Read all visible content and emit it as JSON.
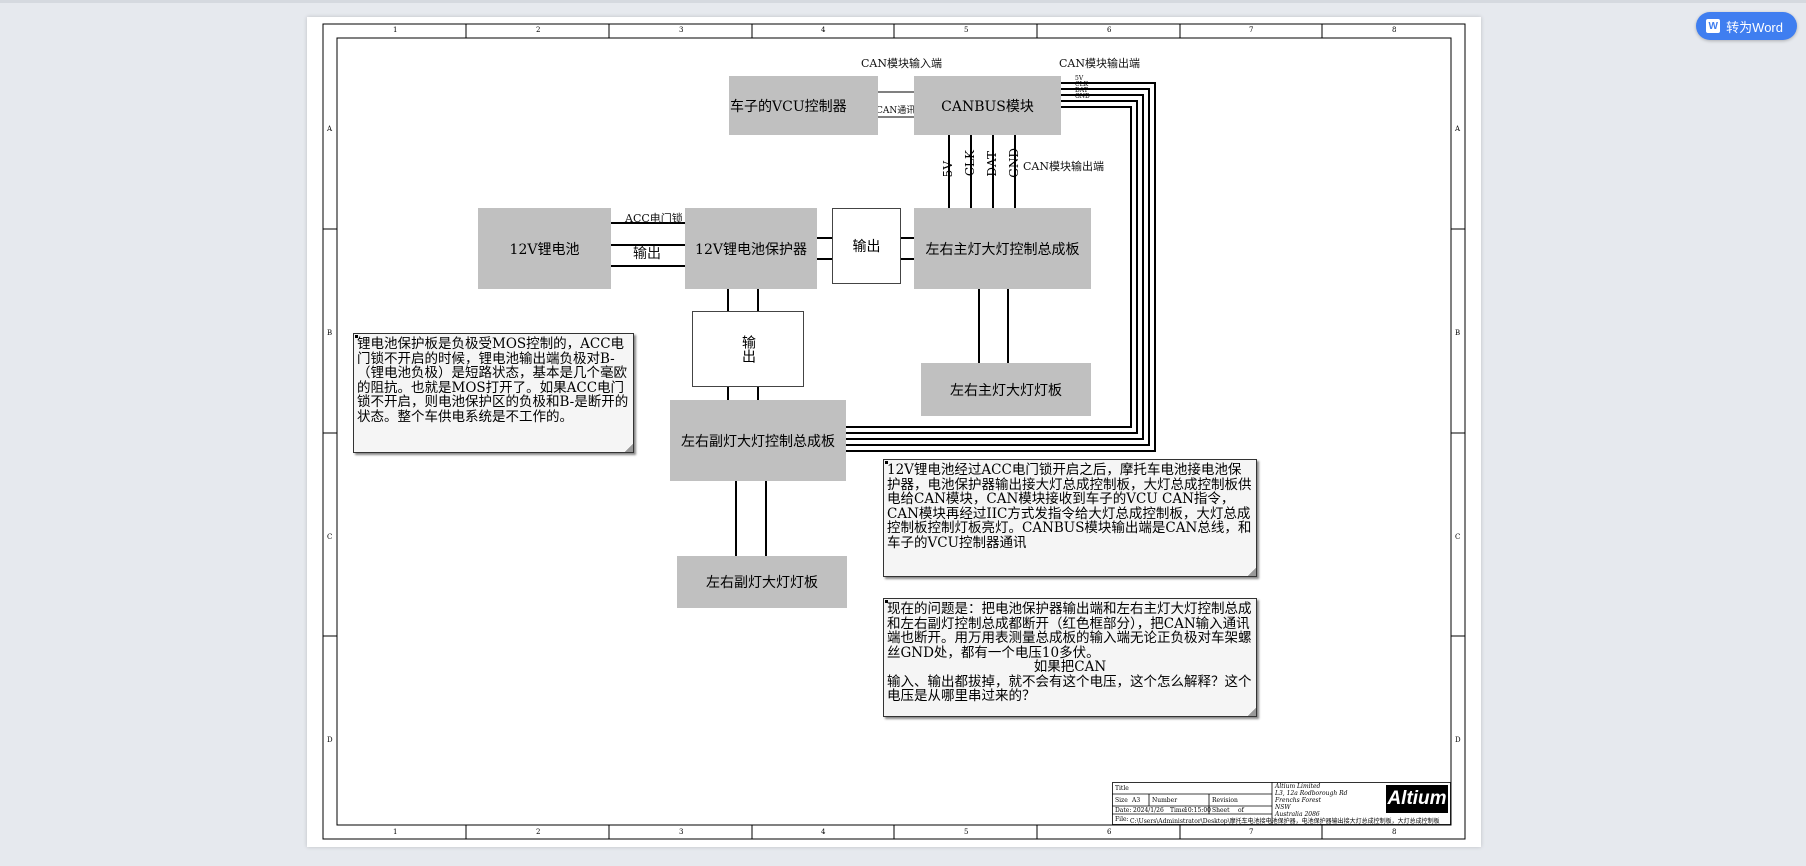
{
  "toolbar": {
    "convert_label": "转为Word",
    "word_icon_glyph": "W"
  },
  "frame": {
    "col_numbers": [
      "1",
      "2",
      "3",
      "4",
      "5",
      "6",
      "7",
      "8"
    ],
    "row_letters": [
      "A",
      "B",
      "C",
      "D"
    ]
  },
  "blocks": {
    "vcu": "车子的VCU控制器",
    "canbus": "CANBUS模块",
    "battery": "12V锂电池",
    "protector": "12V锂电池保护器",
    "main_ctrl": "左右主灯大灯控制总成板",
    "main_lamp": "左右主灯大灯灯板",
    "aux_ctrl": "左右副灯大灯控制总成板",
    "aux_lamp": "左右副灯大灯灯板"
  },
  "open_boxes": {
    "output_right": "输出",
    "output_down": "输出"
  },
  "labels": {
    "can_input": "CAN模块输入端",
    "can_output_top": "CAN模块输出端",
    "can_output_mid": "CAN模块输出端",
    "can_comm": "CAN通讯",
    "acc_lock": "ACC电门锁",
    "output_wire": "输出",
    "pin_5v": "5V",
    "pin_clk": "CLK",
    "pin_dat": "DAT",
    "pin_gnd": "GND",
    "tiny_5v": "5V",
    "tiny_clk": "CLK",
    "tiny_dat": "DAT",
    "tiny_gnd": "GND"
  },
  "notes": {
    "note1": "锂电池保护板是负极受MOS控制的，ACC电门锁不开启的时候，锂电池输出端负极对B-（锂电池负极）是短路状态，基本是几个毫欧的阻抗。也就是MOS打开了。如果ACC电门锁不开启，则电池保护区的负极和B-是断开的状态。整个车供电系统是不工作的。",
    "note2": "12V锂电池经过ACC电门锁开启之后，摩托车电池接电池保护器，电池保护器输出接大灯总成控制板，大灯总成控制板供电给CAN模块，CAN模块接收到车子的VCU CAN指令，CAN模块再经过IIC方式发指令给大灯总成控制板，大灯总成控制板控制灯板亮灯。CANBUS模块输出端是CAN总线，和车子的VCU控制器通讯",
    "note3_a": "现在的问题是：把电池保护器输出端和左右主灯大灯控制总成和左右副灯控制总成都断开（红色框部分），把CAN输入通讯端也断开。用万用表测量总成板的输入端无论正负极对车架螺丝GND处，都有一个电压10多伏。",
    "note3_b": "如果把CAN",
    "note3_c": "输入、输出都拔掉，就不会有这个电压，这个怎么解释？这个电压是从哪里串过来的？"
  },
  "title_block": {
    "title": "Title",
    "size_label": "Size",
    "size_value": "A3",
    "number_label": "Number",
    "revision_label": "Revision",
    "date_label": "Date:",
    "date_value": "2024/1/26",
    "time_label": "Time:",
    "time_value": "10:15:00",
    "sheet_label": "Sheet",
    "of_label": "of",
    "file_label": "File:",
    "file_value": "C:\\Users\\Administrator\\Desktop\\摩托车电池接电池保护器，电池保护器输出接大灯总成控制板，大灯总成控制板",
    "company": "Altium Limited",
    "addr1": "L3, 12a Rodborough Rd",
    "addr2": "Frenchs Forest",
    "addr3": "NSW",
    "addr4": "Australia 2086",
    "logo": "Altium"
  }
}
